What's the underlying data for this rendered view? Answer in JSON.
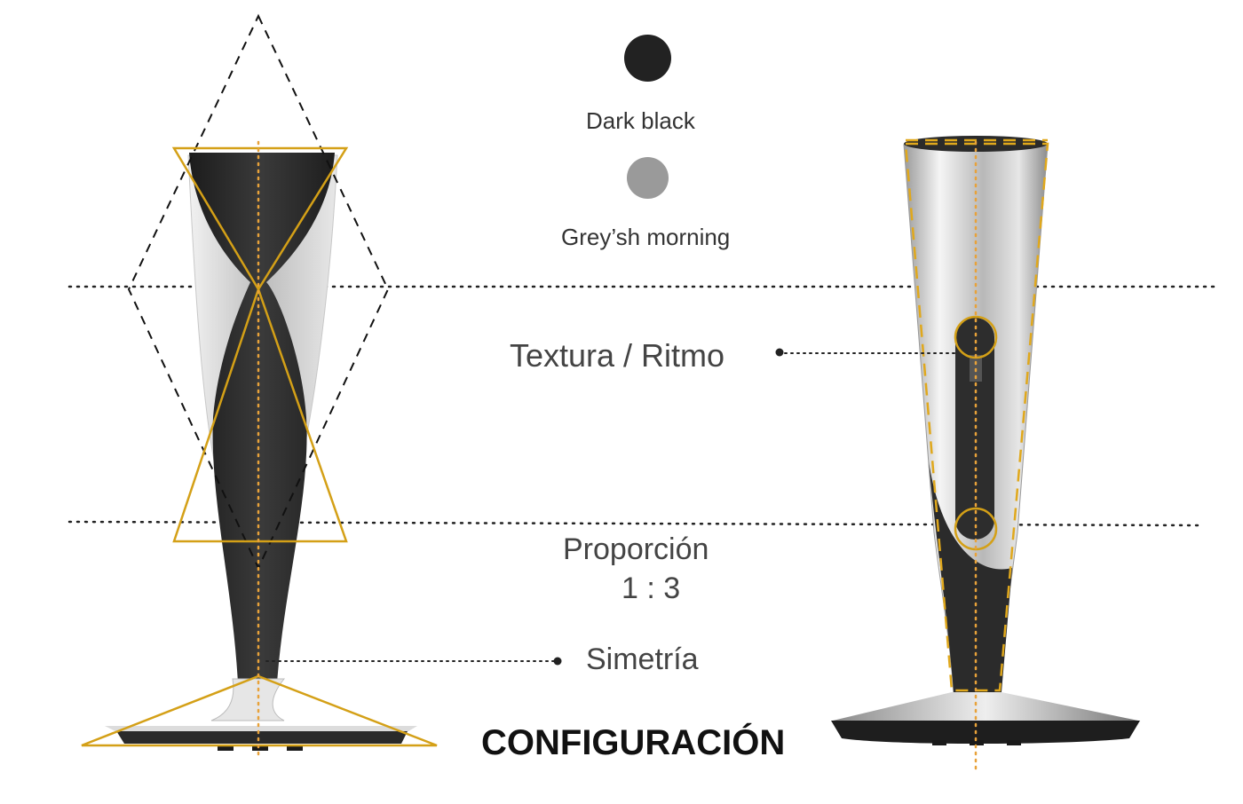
{
  "swatches": [
    {
      "label": "Dark black",
      "color": "#222222"
    },
    {
      "label": "Grey’sh morning",
      "color": "#9a9a9a"
    }
  ],
  "annotations": {
    "texture": "Textura / Ritmo",
    "proportion_title": "Proporción",
    "proportion_ratio": "1 : 3",
    "symmetry": "Simetría"
  },
  "title": "CONFIGURACIÓN",
  "colors": {
    "accent_gold": "#d4a017",
    "guide_orange": "#e8a23a",
    "body_dark": "#2a2a2a",
    "metal_light": "#d8d8d8",
    "text": "#333333"
  }
}
